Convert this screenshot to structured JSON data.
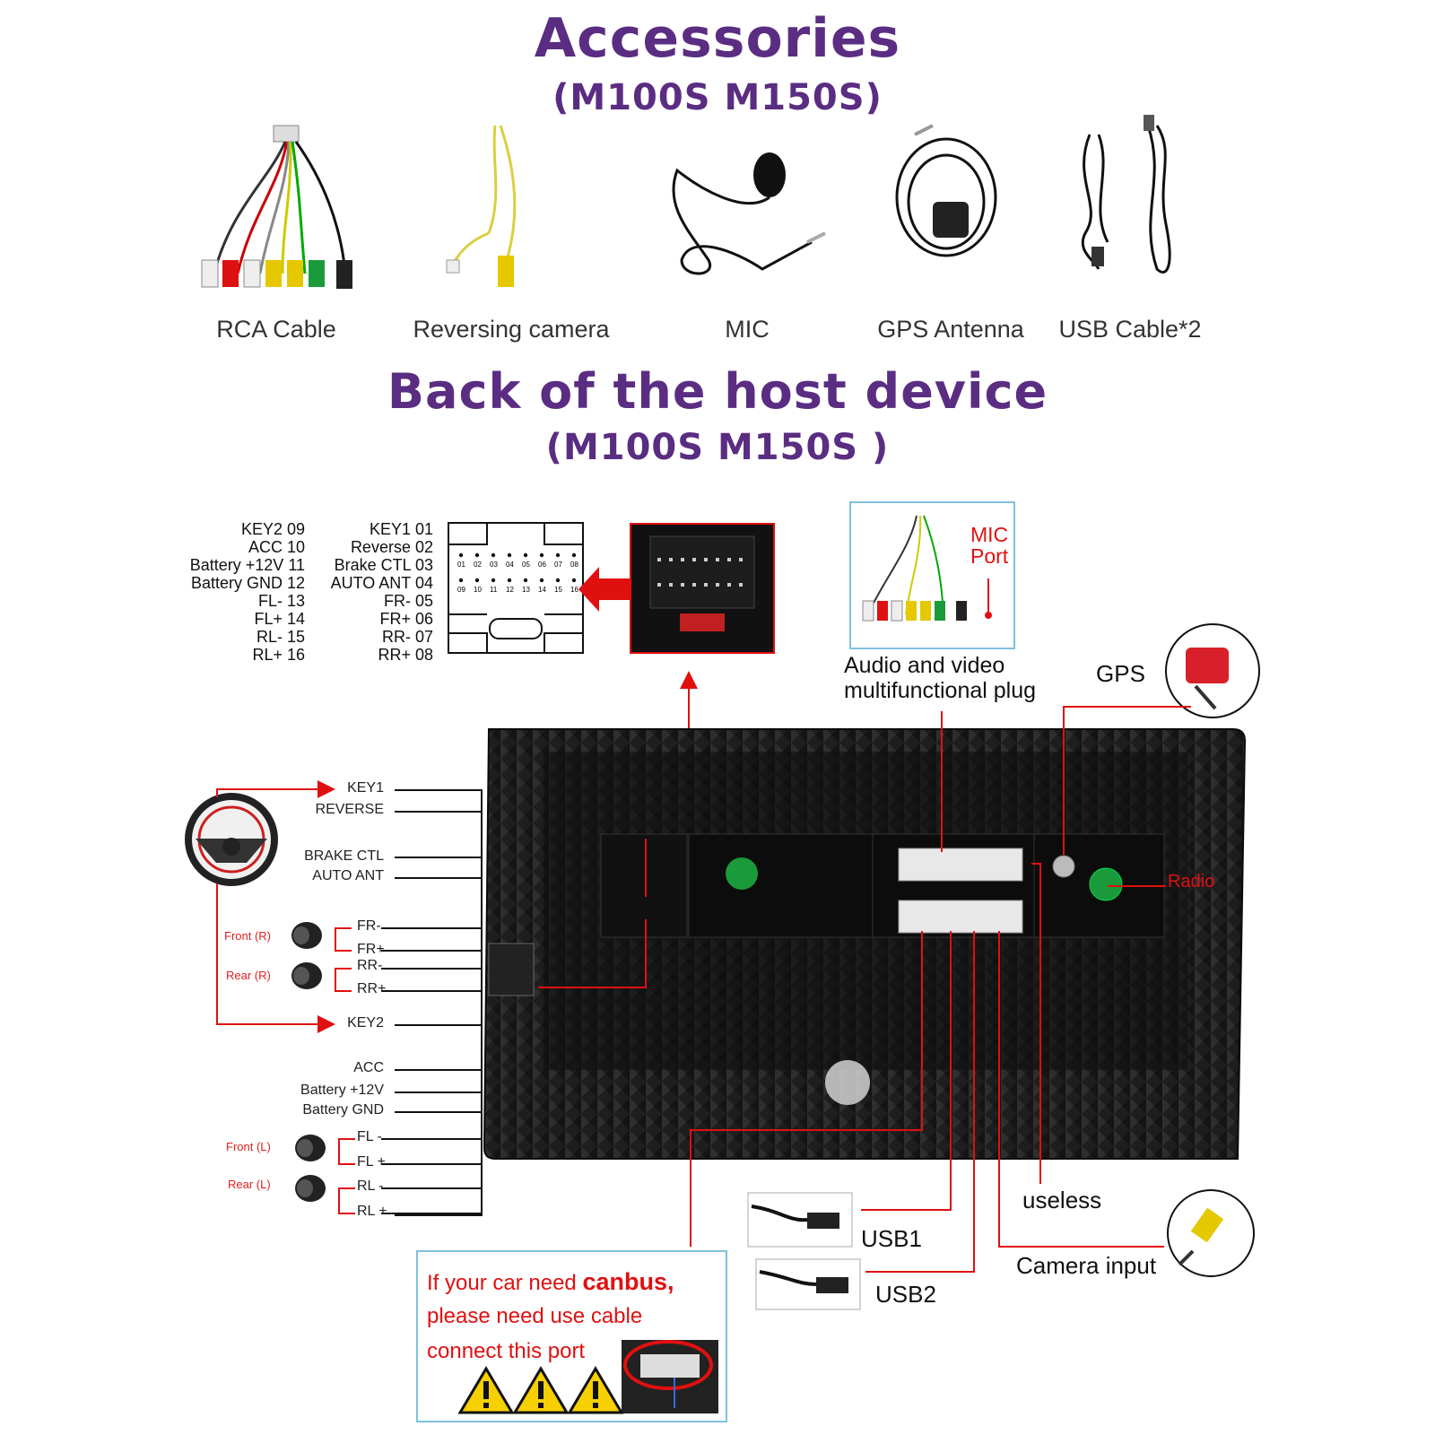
{
  "accessories": {
    "title": "Accessories",
    "subtitle": "(M100S M150S)",
    "items": [
      {
        "label": "RCA Cable"
      },
      {
        "label": "Reversing camera"
      },
      {
        "label": "MIC"
      },
      {
        "label": "GPS Antenna"
      },
      {
        "label": "USB Cable*2"
      }
    ]
  },
  "host": {
    "title": "Back of the host device",
    "subtitle": "(M100S M150S )"
  },
  "connector_pins": {
    "left": [
      "KEY2 09",
      "ACC 10",
      "Battery +12V 11",
      "Battery GND 12",
      "FL- 13",
      "FL+ 14",
      "RL- 15",
      "RL+ 16"
    ],
    "right": [
      "KEY1 01",
      "Reverse 02",
      "Brake CTL 03",
      "AUTO ANT 04",
      "FR- 05",
      "FR+ 06",
      "RR- 07",
      "RR+ 08"
    ],
    "pin_numbers_top": [
      "01",
      "02",
      "03",
      "04",
      "05",
      "06",
      "07",
      "08"
    ],
    "pin_numbers_bottom": [
      "09",
      "10",
      "11",
      "12",
      "13",
      "14",
      "15",
      "16"
    ]
  },
  "wires": {
    "group1": [
      "KEY1",
      "REVERSE",
      "BRAKE CTL",
      "AUTO ANT"
    ],
    "front_r": {
      "label": "Front (R)",
      "minus": "FR-",
      "plus": "FR+"
    },
    "rear_r": {
      "label": "Rear (R)",
      "minus": "RR-",
      "plus": "RR+"
    },
    "key2": "KEY2",
    "group2": [
      "ACC",
      "Battery +12V",
      "Battery GND"
    ],
    "front_l": {
      "label": "Front (L)",
      "minus": "FL -",
      "plus": "FL +"
    },
    "rear_l": {
      "label": "Rear (L)",
      "minus": "RL -",
      "plus": "RL +"
    }
  },
  "callouts": {
    "mic_port": [
      "MIC",
      "Port"
    ],
    "av_plug": [
      "Audio and video",
      "multifunctional plug"
    ],
    "gps": "GPS",
    "radio": "Radio",
    "useless": "useless",
    "usb1": "USB1",
    "usb2": "USB2",
    "camera_input": "Camera input"
  },
  "canbus_note": {
    "line1_prefix": "If your car need ",
    "line1_bold": "canbus,",
    "line2": "please need use cable",
    "line3": "connect this port"
  },
  "colors": {
    "title": "#5a2d82",
    "red_line": "#e01010",
    "box_border": "#7fc1e0"
  }
}
